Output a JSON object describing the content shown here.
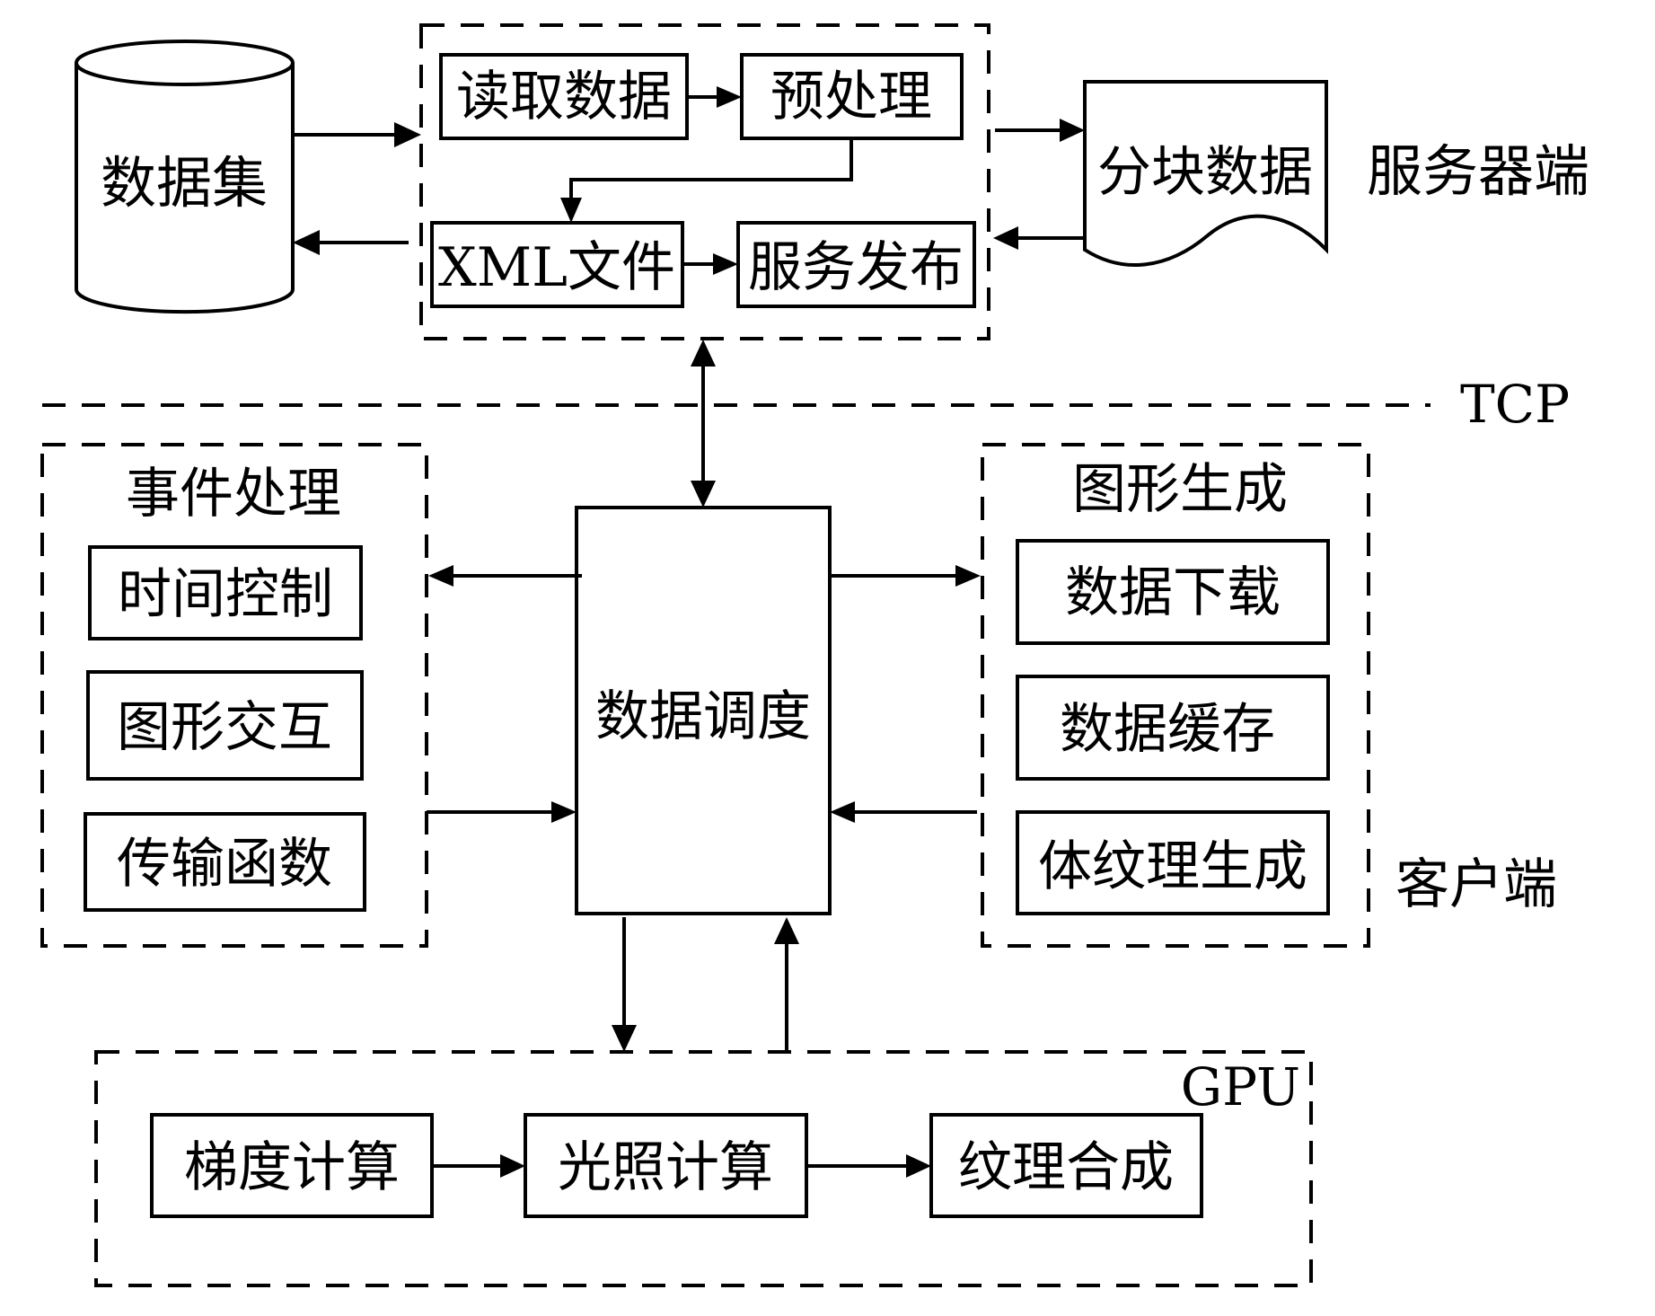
{
  "server": {
    "region_label": "服务器端",
    "dataset": "数据集",
    "read_data": "读取数据",
    "preprocess": "预处理",
    "xml_file": "XML文件",
    "service_publish": "服务发布",
    "block_data": "分块数据"
  },
  "network": {
    "label": "TCP"
  },
  "client": {
    "region_label": "客户端",
    "event_group": {
      "title": "事件处理",
      "items": [
        "时间控制",
        "图形交互",
        "传输函数"
      ]
    },
    "scheduler": "数据调度",
    "graphics_group": {
      "title": "图形生成",
      "items": [
        "数据下载",
        "数据缓存",
        "体纹理生成"
      ]
    }
  },
  "gpu": {
    "label": "GPU",
    "steps": [
      "梯度计算",
      "光照计算",
      "纹理合成"
    ]
  }
}
